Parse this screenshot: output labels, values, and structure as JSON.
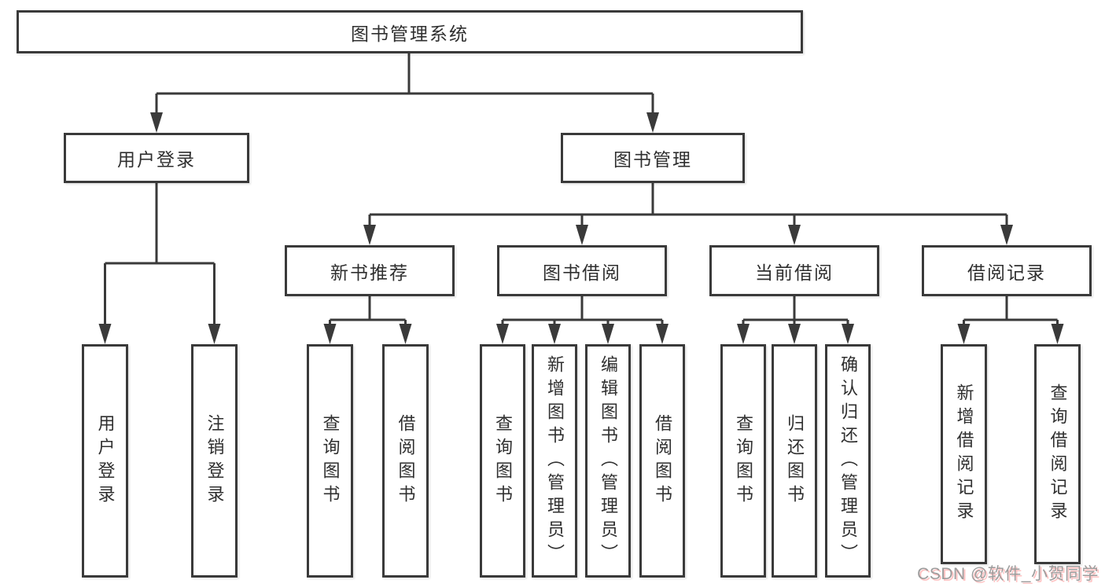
{
  "tree": {
    "label": "图书管理系统",
    "children": [
      {
        "label": "用户登录",
        "children": [
          {
            "label": "用户登录"
          },
          {
            "label": "注销登录"
          }
        ]
      },
      {
        "label": "图书管理",
        "children": [
          {
            "label": "新书推荐",
            "children": [
              {
                "label": "查询图书"
              },
              {
                "label": "借阅图书"
              }
            ]
          },
          {
            "label": "图书借阅",
            "children": [
              {
                "label": "查询图书"
              },
              {
                "label": "新增图书（管理员）"
              },
              {
                "label": "编辑图书（管理员）"
              },
              {
                "label": "借阅图书"
              }
            ]
          },
          {
            "label": "当前借阅",
            "children": [
              {
                "label": "查询图书"
              },
              {
                "label": "归还图书"
              },
              {
                "label": "确认归还（管理员）"
              }
            ]
          },
          {
            "label": "借阅记录",
            "children": [
              {
                "label": "新增借阅记录"
              },
              {
                "label": "查询借阅记录"
              }
            ]
          }
        ]
      }
    ]
  },
  "watermark": {
    "text": "CSDN @软件_小贺同学"
  },
  "colors": {
    "line": "#3a3a3a",
    "border": "#3a3a3a",
    "text": "#2f2f2f",
    "background": "#ffffff",
    "watermark-gray": "#9c9c9c",
    "watermark-pink": "#ffc2c2"
  }
}
